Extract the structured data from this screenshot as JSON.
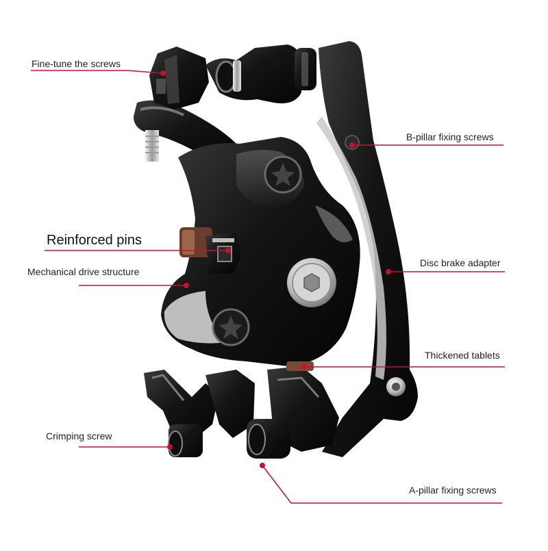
{
  "product_image": {
    "subject": "mechanical disc brake caliper",
    "body_color": "#1a1a1a",
    "highlight_color": "#d9d9d9"
  },
  "annotation_style": {
    "line_color": "#c8102e",
    "dot_color": "#c8102e"
  },
  "annotations": {
    "fine_tune": "Fine-tune the screws",
    "b_pillar": "B-pillar fixing screws",
    "reinforced_pins": "Reinforced pins",
    "mechanical_drive": "Mechanical drive structure",
    "disc_brake_adapter": "Disc brake adapter",
    "thickened_tablets": "Thickened tablets",
    "crimping_screw": "Crimping screw",
    "a_pillar": "A-pillar fixing screws"
  }
}
